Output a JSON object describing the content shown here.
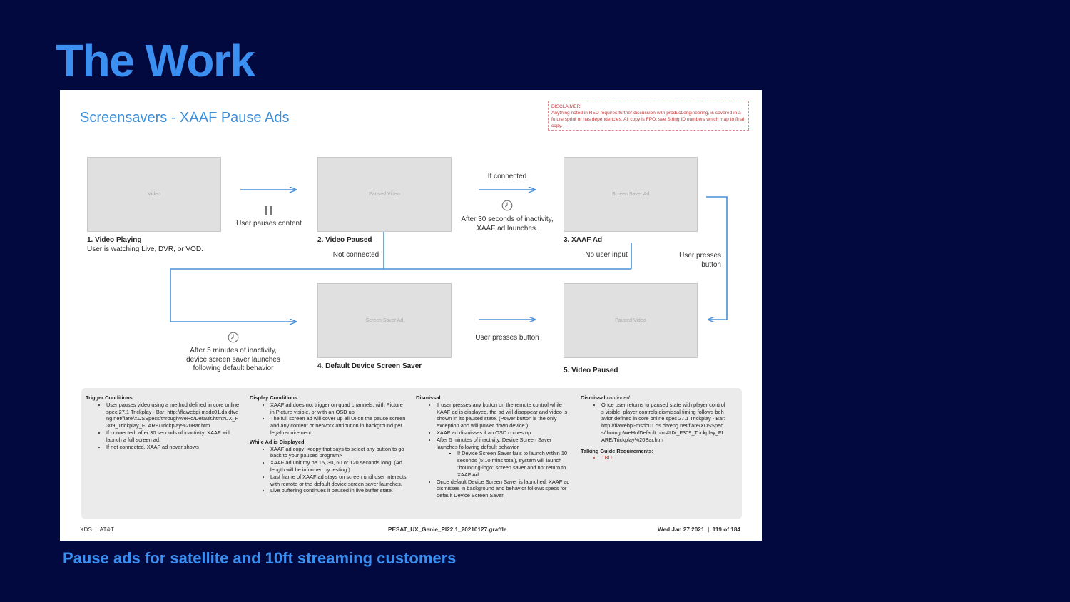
{
  "slide": {
    "title": "The Work",
    "subtitle": "Pause ads for satellite and 10ft streaming customers"
  },
  "board": {
    "title": "Screensavers - XAAF Pause Ads",
    "disclaimer": {
      "heading": "DISCLAIMER:",
      "text": "Anything noted in RED requires further discussion with product/engineering, is covered in a future sprint or has dependencies. All copy is FPO, see String ID numbers which map to final copy."
    },
    "screens": [
      {
        "placeholder": "Video",
        "title": "1. Video Playing",
        "desc": "User is watching Live, DVR, or VOD."
      },
      {
        "placeholder": "Paused Video",
        "title": "2. Video Paused"
      },
      {
        "placeholder": "Screen Saver Ad",
        "title": "3. XAAF Ad"
      },
      {
        "placeholder": "Screen Saver Ad",
        "title": "4. Default Device Screen Saver"
      },
      {
        "placeholder": "Paused Video",
        "title": "5. Video Paused"
      }
    ],
    "transitions": {
      "user_pauses": "User pauses content",
      "if_connected": "If connected",
      "after_30": "After 30 seconds of inactivity, XAAF ad launches.",
      "not_connected": "Not connected",
      "no_user_input": "No user input",
      "user_presses_button_right": "User presses button",
      "after_5": "After 5 minutes of inactivity, device screen saver launches following default behavior",
      "user_presses_button": "User presses button"
    },
    "notes": {
      "trigger": {
        "heading": "Trigger Conditions",
        "items": [
          "User pauses video using a method defined in core online spec 27.1 Trickplay - Bar: http://flawebpi-msdc01.ds.dtveng.net/flare/XDSSpecs/throughWeHo/Default.htm#UX_F309_Trickplay_FLARE/Trickplay%20Bar.htm",
          "If connected, after 30 seconds of inactivity, XAAF will launch a full screen ad.",
          "If not connected, XAAF ad never shows"
        ]
      },
      "display": {
        "heading": "Display Conditions",
        "items": [
          "XAAF ad does not trigger on quad channels, with Picture in Picture visible, or with an OSD up",
          "The full screen ad will cover up all UI on the pause screen and any content or network attribution in background per legal requirement."
        ],
        "while_heading": "While Ad is Displayed",
        "while_items": [
          "XAAF ad copy: <copy that says to select any button to go back to your paused program>",
          "XAAF ad unit my be 15, 30, 60 or 120 seconds long. (Ad length will be informed by testing.)",
          "Last frame of XAAF ad stays on screen until user interacts with remote or the default device screen saver launches.",
          "Live buffering continues if paused in live buffer state."
        ]
      },
      "dismissal": {
        "heading": "Dismissal",
        "items": [
          "If user presses any button on the remote control while XAAF ad is displayed, the ad will disappear and video is shown in its paused state. (Power button is the only exception and will power down device.)",
          "XAAF ad dismisses if an OSD comes up",
          "After 5 minutes of inactivity, Device Screen Saver launches following default behavior"
        ],
        "sub_item": "If Device Screen Saver fails to launch within 10 seconds (5:10 mins total), system will launch \"bouncing-logo\" screen saver and not return to XAAF Ad",
        "last_item": "Once default Device Screen Saver is launched, XAAF ad dismisses in background and behavior follows specs for default Device Screen Saver"
      },
      "dismissal_cont": {
        "heading": "Dismissal",
        "continued": "continued",
        "items": [
          "Once user returns to paused state with player controls visible, player controls dismissal timing follows behavior defined in core online spec 27.1 Trickplay - Bar: http://flawebpi-msdc01.ds.dtveng.net/flare/XDSSpecs/throughWeHo/Default.htm#UX_F309_Trickplay_FLARE/Trickplay%20Bar.htm"
        ],
        "talking_heading": "Talking Guide Requirements:",
        "talking_items": [
          "TBD"
        ]
      }
    },
    "footer": {
      "left": "XDS  |  AT&T",
      "center": "PESAT_UX_Genie_PI22.1_20210127.graffle",
      "right": "Wed Jan 27 2021  |  119 of 184"
    },
    "colors": {
      "arrow": "#4a90d9",
      "accent": "#3a8ff0",
      "background": "#02093f",
      "red_note": "#c43a3a"
    }
  }
}
